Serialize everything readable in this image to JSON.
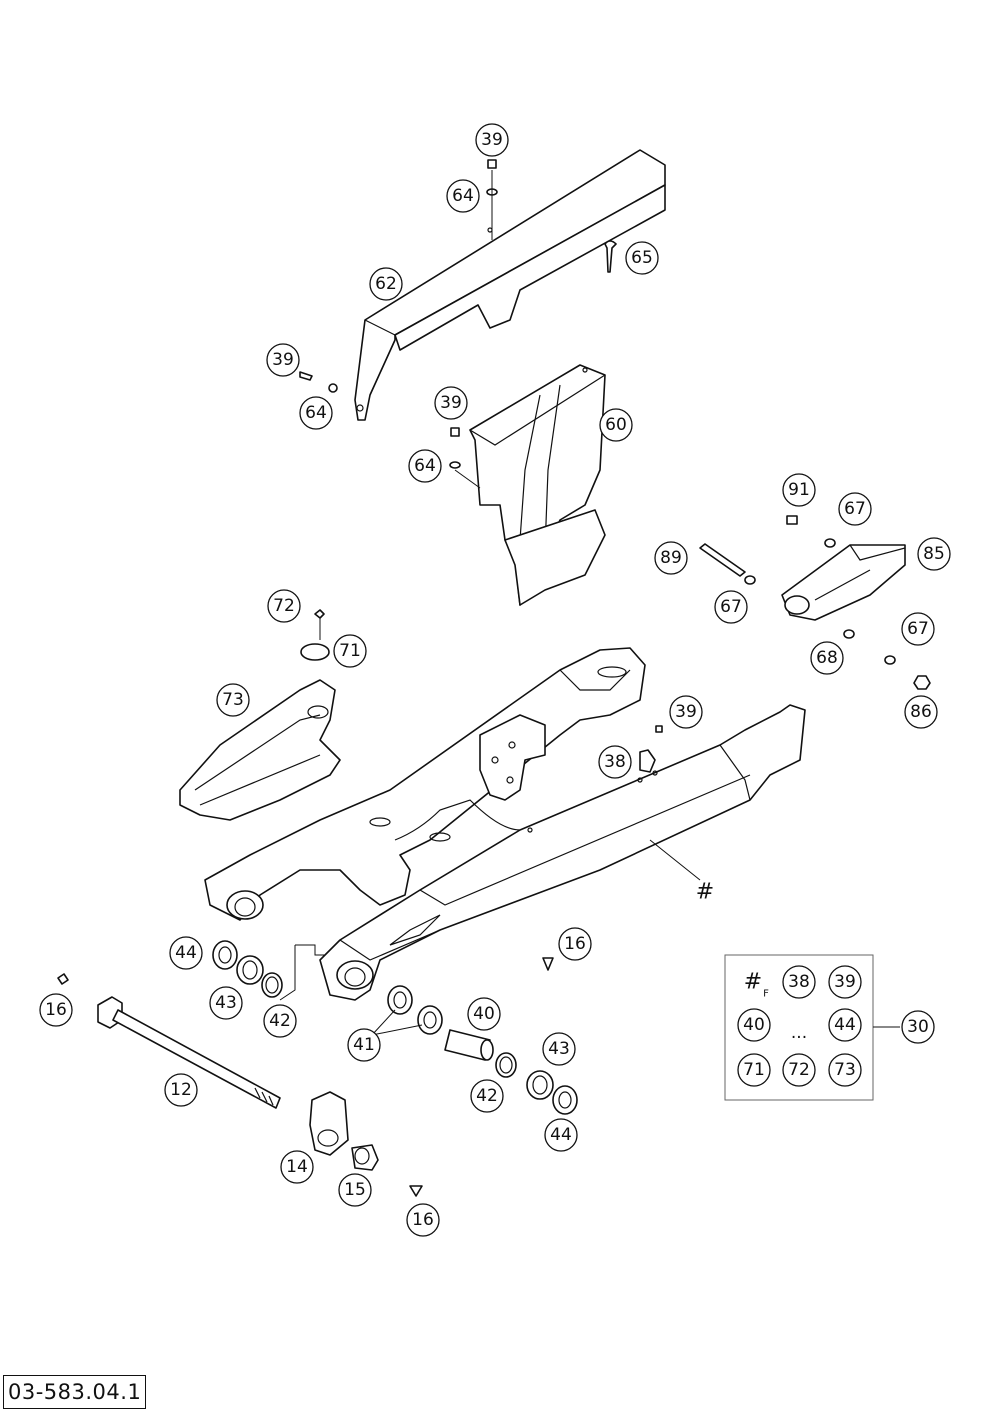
{
  "drawing_number": "03-583.04.1",
  "callouts": [
    {
      "label": "39"
    },
    {
      "label": "64"
    },
    {
      "label": "65"
    },
    {
      "label": "62"
    },
    {
      "label": "39"
    },
    {
      "label": "64"
    },
    {
      "label": "39"
    },
    {
      "label": "60"
    },
    {
      "label": "64"
    },
    {
      "label": "91"
    },
    {
      "label": "67"
    },
    {
      "label": "85"
    },
    {
      "label": "89"
    },
    {
      "label": "67"
    },
    {
      "label": "67"
    },
    {
      "label": "68"
    },
    {
      "label": "86"
    },
    {
      "label": "72"
    },
    {
      "label": "71"
    },
    {
      "label": "73"
    },
    {
      "label": "39"
    },
    {
      "label": "38"
    },
    {
      "label": "16"
    },
    {
      "label": "44"
    },
    {
      "label": "43"
    },
    {
      "label": "42"
    },
    {
      "label": "16"
    },
    {
      "label": "40"
    },
    {
      "label": "41"
    },
    {
      "label": "43"
    },
    {
      "label": "42"
    },
    {
      "label": "44"
    },
    {
      "label": "12"
    },
    {
      "label": "14"
    },
    {
      "label": "15"
    },
    {
      "label": "16"
    }
  ],
  "kit": {
    "hash_label": "#",
    "hash_sub": "F",
    "items": [
      "38",
      "39",
      "40",
      "...",
      "44",
      "71",
      "72",
      "73"
    ],
    "kit_number": "30"
  },
  "frame_mark": "#"
}
